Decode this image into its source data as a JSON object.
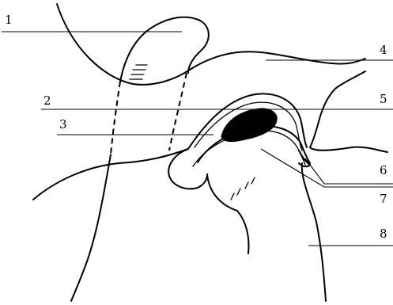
{
  "labels": [
    {
      "id": "1",
      "text": "1"
    },
    {
      "id": "2",
      "text": "2"
    },
    {
      "id": "3",
      "text": "3"
    },
    {
      "id": "4",
      "text": "4"
    },
    {
      "id": "5",
      "text": "5"
    },
    {
      "id": "6",
      "text": "6"
    },
    {
      "id": "7",
      "text": "7"
    },
    {
      "id": "8",
      "text": "8"
    }
  ],
  "colors": {
    "ink": "#000000",
    "paper": "#ffffff"
  }
}
